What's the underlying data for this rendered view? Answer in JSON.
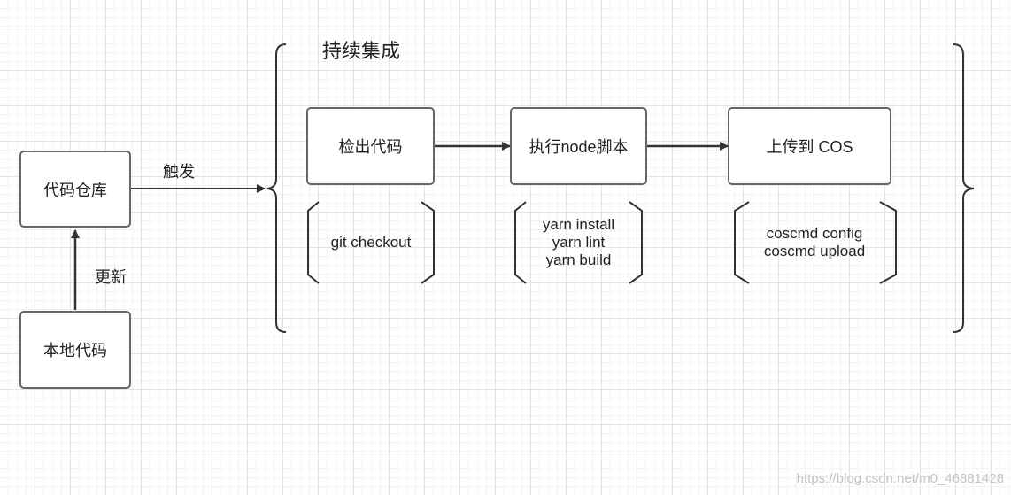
{
  "diagram": {
    "title": "持续集成",
    "nodes": {
      "repo": "代码仓库",
      "local": "本地代码",
      "checkout": "检出代码",
      "run_node": "执行node脚本",
      "upload": "上传到 COS"
    },
    "edges": {
      "trigger_label": "触发",
      "update_label": "更新"
    },
    "commands": {
      "checkout": [
        "git checkout"
      ],
      "run_node": [
        "yarn install",
        "yarn lint",
        "yarn build"
      ],
      "upload": [
        "coscmd config",
        "coscmd upload"
      ]
    }
  },
  "watermark": "https://blog.csdn.net/m0_46881428",
  "colors": {
    "box_border": "#666666",
    "arrow": "#333333",
    "grid_major": "#e4e4e4",
    "grid_minor": "#f3f3f3"
  }
}
